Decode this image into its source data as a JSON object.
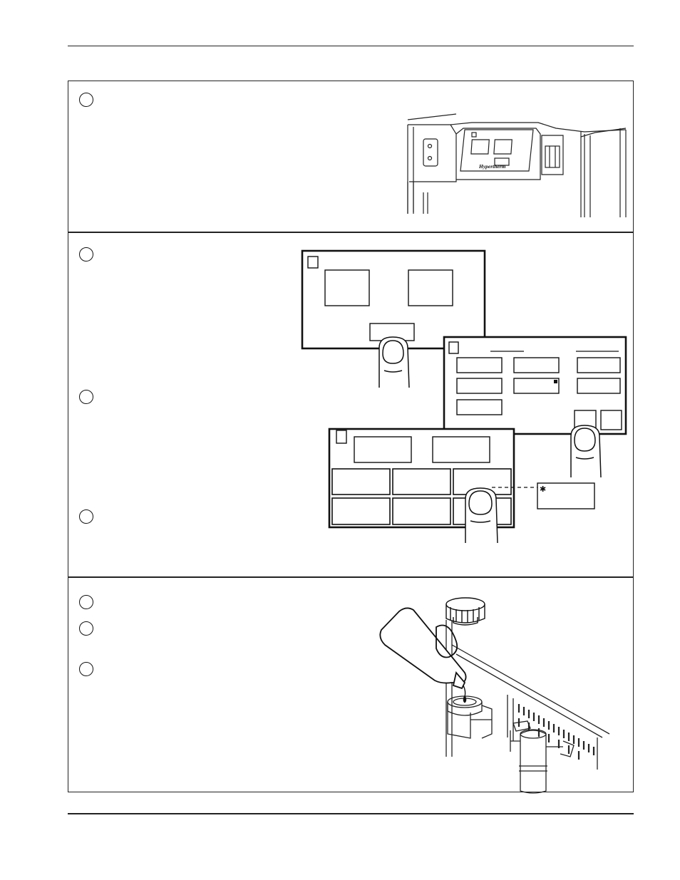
{
  "steps": [
    "",
    "",
    "",
    "",
    "",
    "",
    ""
  ],
  "console_logo": "Hypertherm",
  "icons": [
    "power-supply-front-illustration",
    "touchscreen-main-screen",
    "touchscreen-settings-screen",
    "touchscreen-keypad-screen",
    "finger-press-icon",
    "coolant-bottle-icon",
    "coolant-reservoir-cap-icon"
  ]
}
